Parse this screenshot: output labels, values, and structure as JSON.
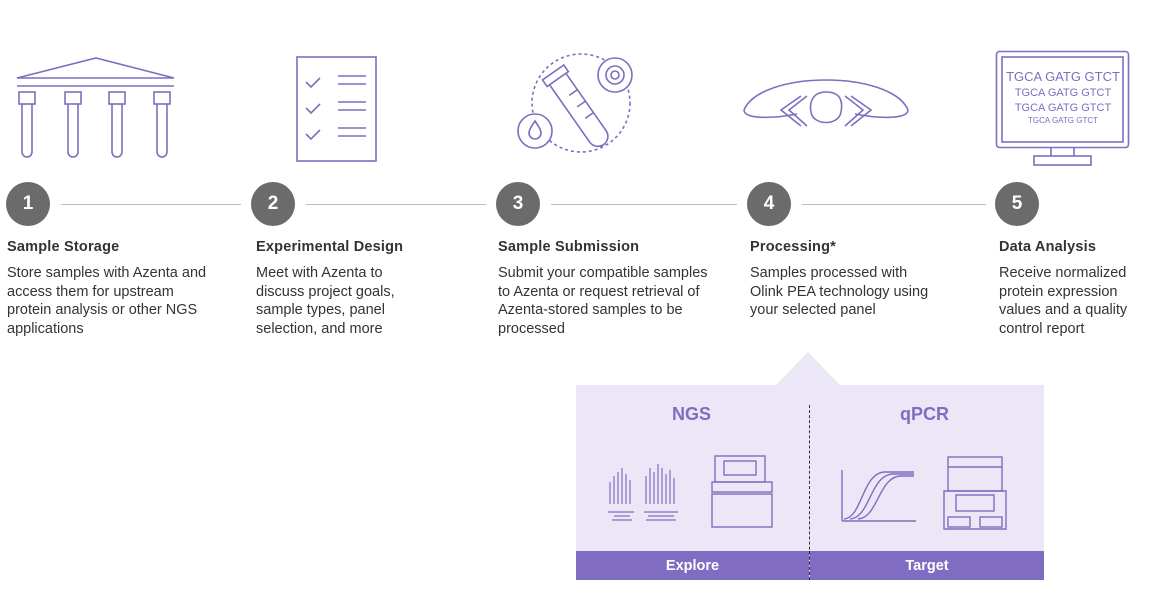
{
  "steps": [
    {
      "number": "1",
      "title": "Sample Storage",
      "description": "Store samples with Azenta and access them for upstream protein analysis or other NGS applications"
    },
    {
      "number": "2",
      "title": "Experimental Design",
      "description": "Meet with Azenta to discuss project goals, sample types, panel selection, and more"
    },
    {
      "number": "3",
      "title": "Sample Submission",
      "description": "Submit your compatible samples to Azenta or request retrieval of Azenta-stored samples to be processed"
    },
    {
      "number": "4",
      "title": "Processing*",
      "description": "Samples processed with Olink PEA technology using your selected panel"
    },
    {
      "number": "5",
      "title": "Data Analysis",
      "description": "Receive normalized protein expression values and a quality control report"
    }
  ],
  "monitor_sequences": [
    "TGCA GATG GTCT",
    "TGCA GATG GTCT",
    "TGCA GATG GTCT",
    "TGCA GATG GTCT"
  ],
  "panel": {
    "left": {
      "heading": "NGS",
      "label": "Explore"
    },
    "right": {
      "heading": "qPCR",
      "label": "Target"
    }
  },
  "colors": {
    "accent": "#7f6dc0",
    "band": "#806cc2",
    "panel_bg": "#ece7f6",
    "circle": "#6b6b6b"
  },
  "icons": [
    "storage-building-icon",
    "checklist-icon",
    "test-tube-icon",
    "pea-antibody-icon",
    "monitor-icon",
    "ngs-peaks-icon",
    "sequencer-icon",
    "qpcr-curves-icon",
    "qpcr-instrument-icon"
  ]
}
